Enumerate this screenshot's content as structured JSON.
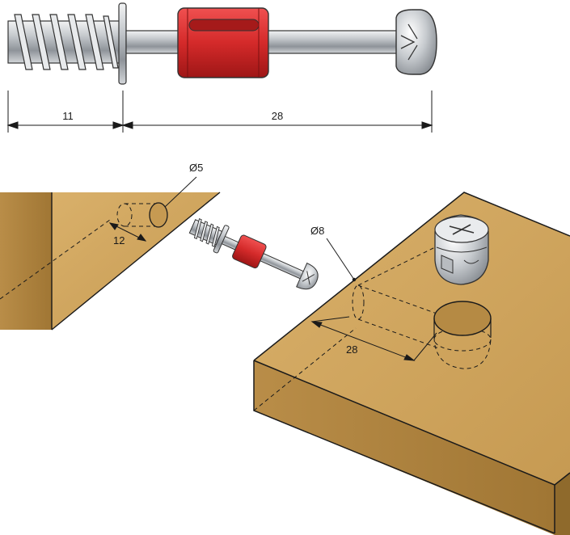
{
  "diagram": {
    "title": "Connector bolt and cam fitting assembly",
    "top_dimensions": {
      "thread_length": "11",
      "shaft_length": "28"
    },
    "lower_dimensions": {
      "small_hole_diameter": "Ø5",
      "small_hole_depth": "12",
      "bolt_hole_diameter": "Ø8",
      "bolt_hole_length": "28"
    },
    "colors": {
      "wood": "#c9a05a",
      "wood_dark": "#a57d3c",
      "metal": "#c0c4c8",
      "sleeve_red": "#d42a2a",
      "line": "#1a1a1a"
    }
  }
}
